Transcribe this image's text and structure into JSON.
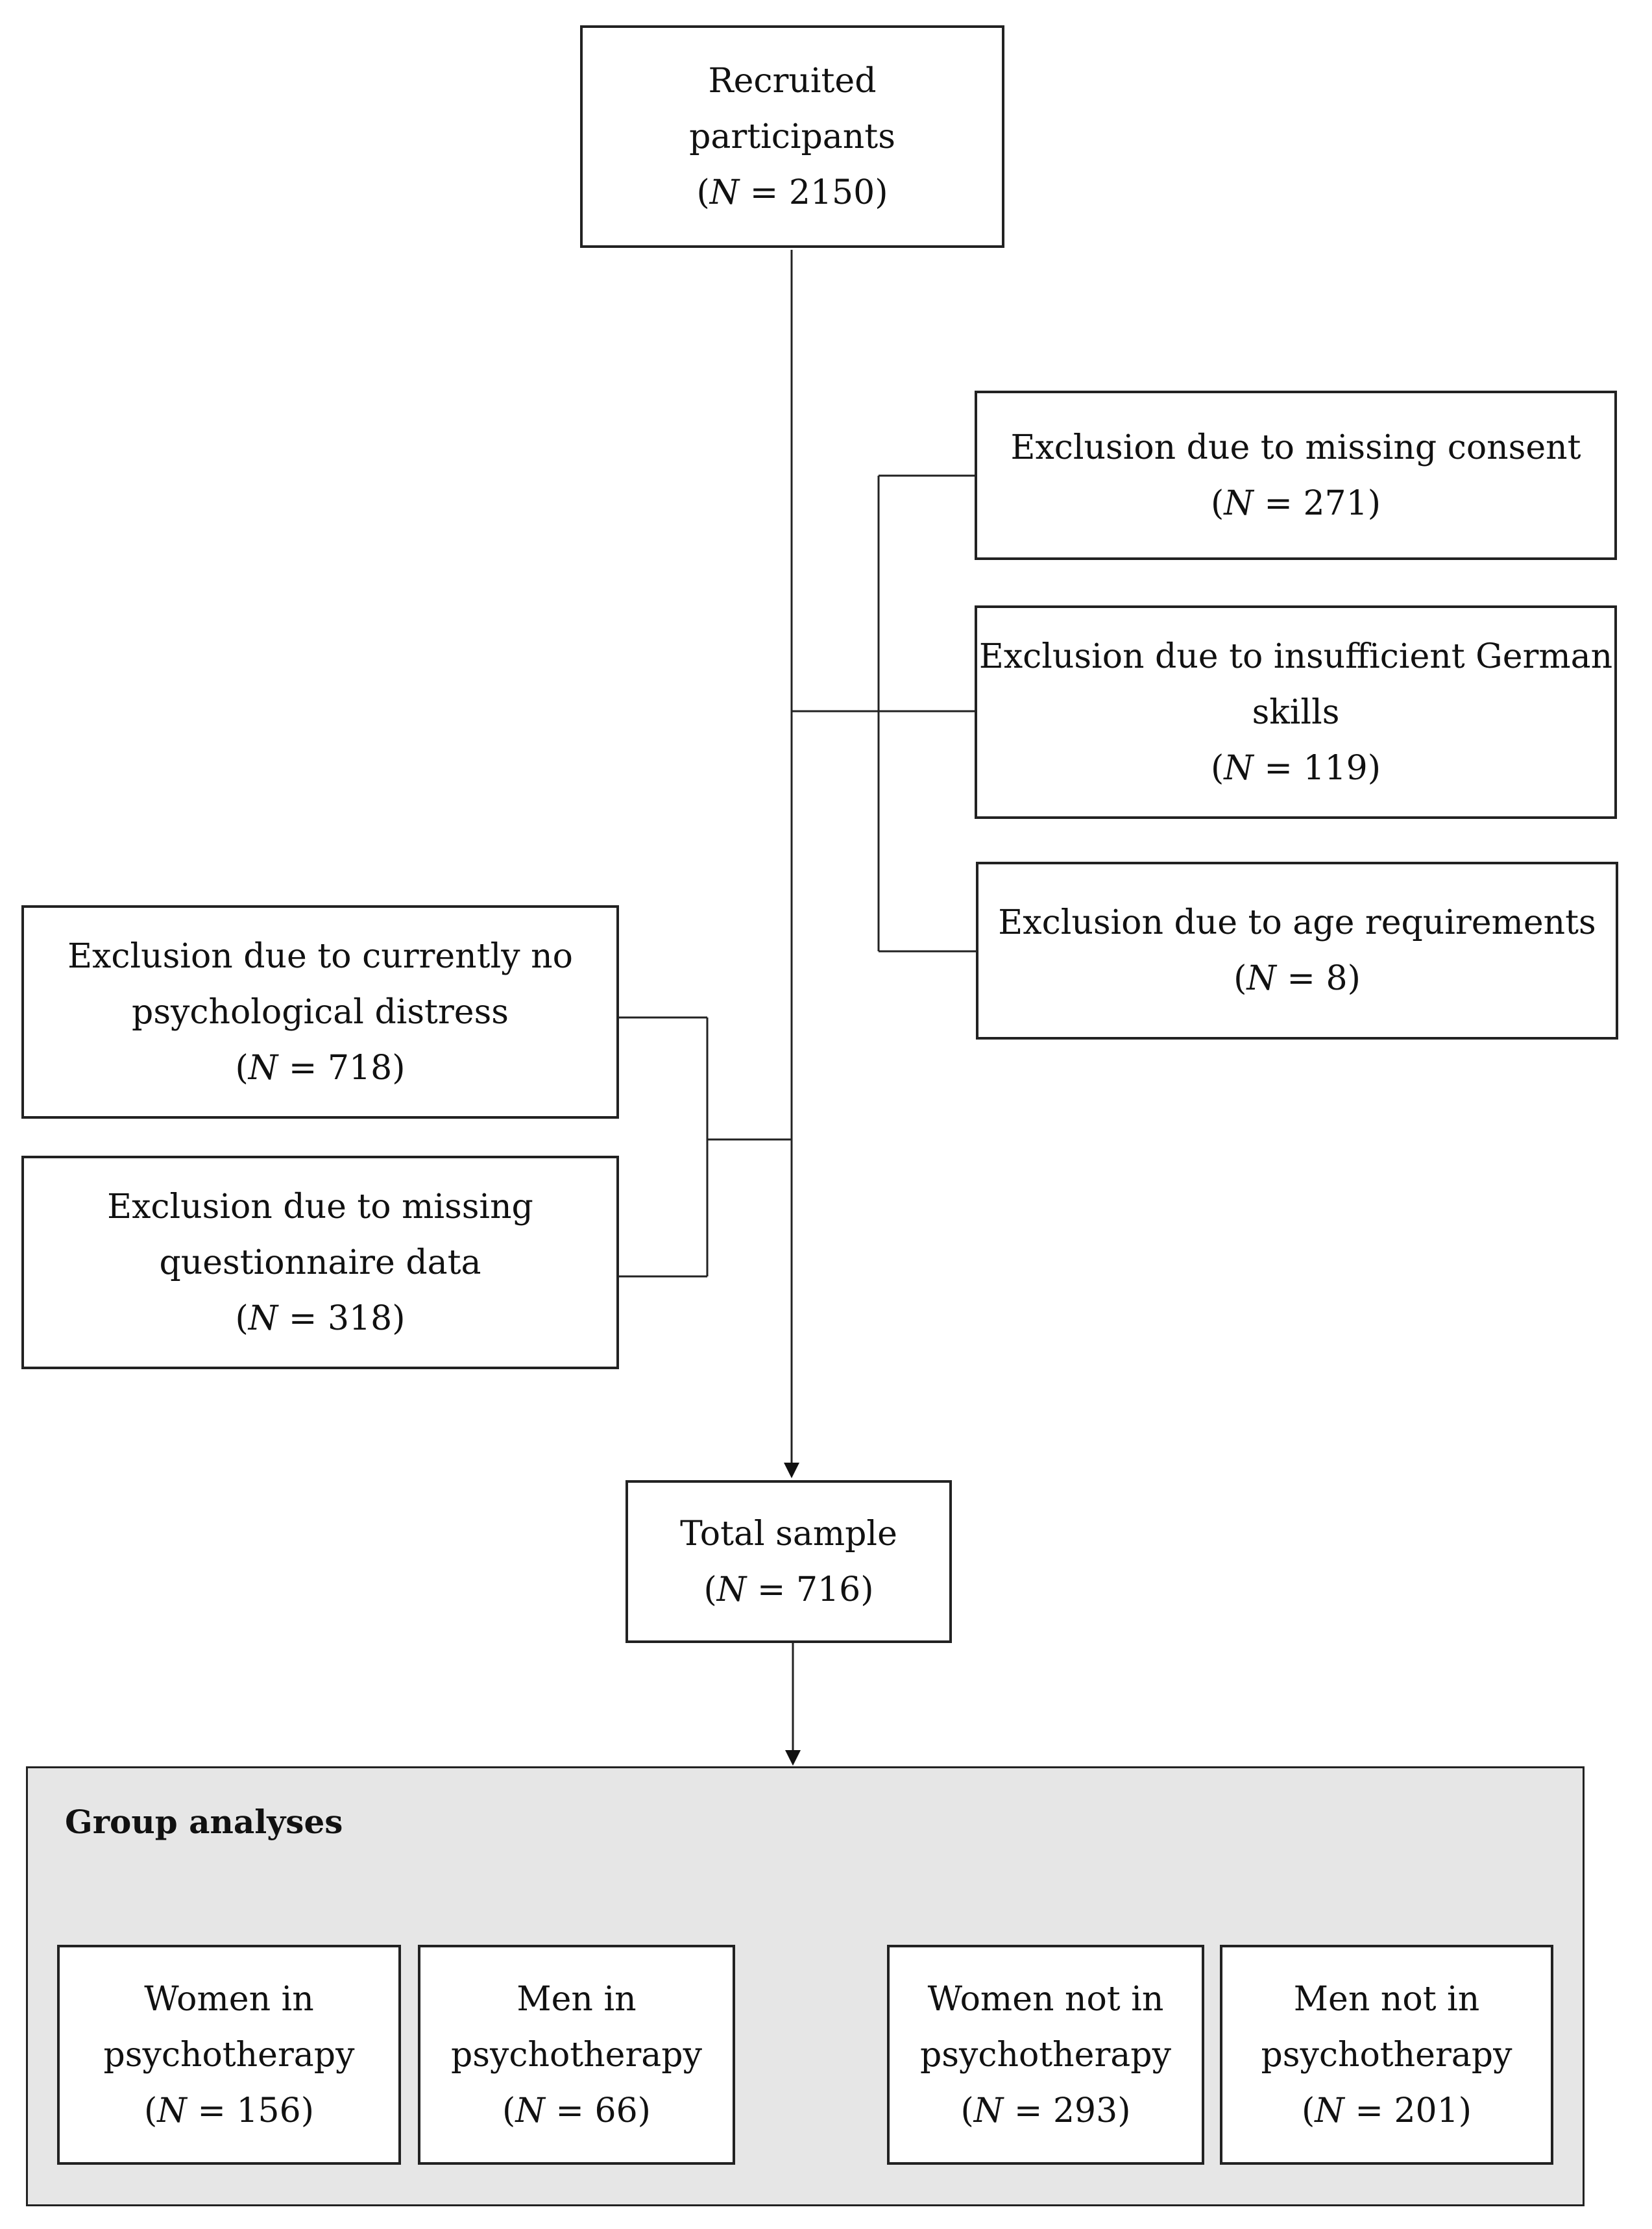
{
  "recruited": {
    "line1": "Recruited",
    "line2": "participants",
    "n": "2150"
  },
  "exclusions_right": [
    {
      "lines": [
        "Exclusion due to missing consent"
      ],
      "n": "271"
    },
    {
      "lines": [
        "Exclusion due to insufficient German",
        "skills"
      ],
      "n": "119"
    },
    {
      "lines": [
        "Exclusion due to age requirements"
      ],
      "n": "8"
    }
  ],
  "exclusions_left": [
    {
      "lines": [
        "Exclusion due to currently no",
        "psychological distress"
      ],
      "n": "718"
    },
    {
      "lines": [
        "Exclusion due to missing",
        "questionnaire data"
      ],
      "n": "318"
    }
  ],
  "total": {
    "line1": "Total sample",
    "n": "716"
  },
  "group_analyses": {
    "title": "Group analyses",
    "groups": [
      {
        "line1": "Women in",
        "line2": "psychotherapy",
        "n": "156"
      },
      {
        "line1": "Men in",
        "line2": "psychotherapy",
        "n": "66"
      },
      {
        "line1": "Women not in",
        "line2": "psychotherapy",
        "n": "293"
      },
      {
        "line1": "Men not in",
        "line2": "psychotherapy",
        "n": "201"
      }
    ]
  },
  "n_label": {
    "var": "N",
    "eq": " = ",
    "open": "(",
    "close": ")"
  }
}
